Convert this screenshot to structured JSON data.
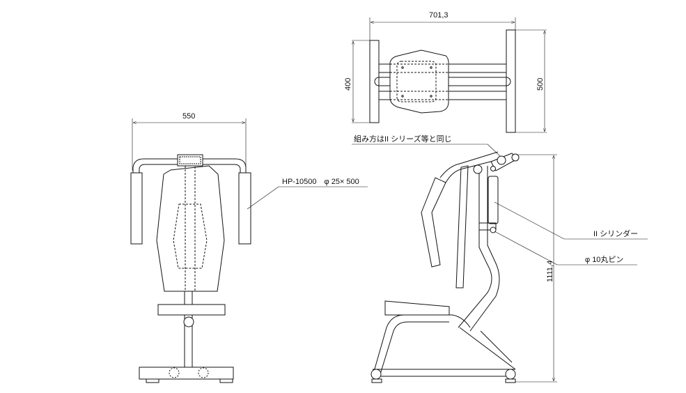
{
  "dimensions": {
    "top_width": "701,3",
    "top_left_depth": "400",
    "top_right_depth": "500",
    "front_width": "550",
    "side_height": "1111,4"
  },
  "annotations": {
    "handle_part": "HP-10500　φ 25× 500",
    "assembly_note": "組み方はII シリーズ等と同じ",
    "cylinder": "II シリンダー",
    "pin": "φ 10丸ピン"
  }
}
